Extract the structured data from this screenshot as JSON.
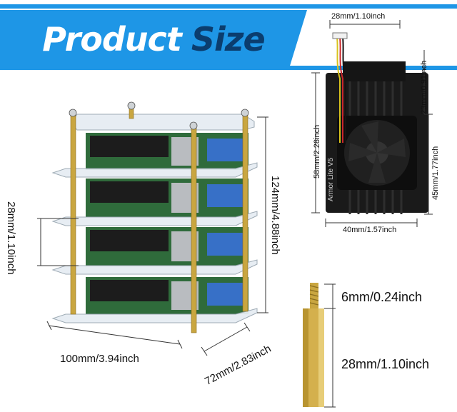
{
  "header": {
    "title_part1": "Product",
    "title_part2": "Size"
  },
  "case_dimensions": {
    "height_total": "124mm/4.88inch",
    "layer_height": "28mm/1.10inch",
    "width": "100mm/3.94inch",
    "depth": "72mm/2.83inch"
  },
  "fan_dimensions": {
    "top_width": "28mm/1.10inch",
    "left_height": "58mm/2.28inch",
    "right_top": "23mm/0.91inch",
    "right_height": "45mm/1.77inch",
    "bottom_width": "40mm/1.57inch",
    "product_label": "Armor Lite V5"
  },
  "standoff_dimensions": {
    "thread_length": "6mm/0.24inch",
    "body_length": "28mm/1.10inch"
  },
  "colors": {
    "accent": "#1e96e6",
    "title_dark": "#0b3d6e",
    "standoff_gold": "#c9a640"
  }
}
